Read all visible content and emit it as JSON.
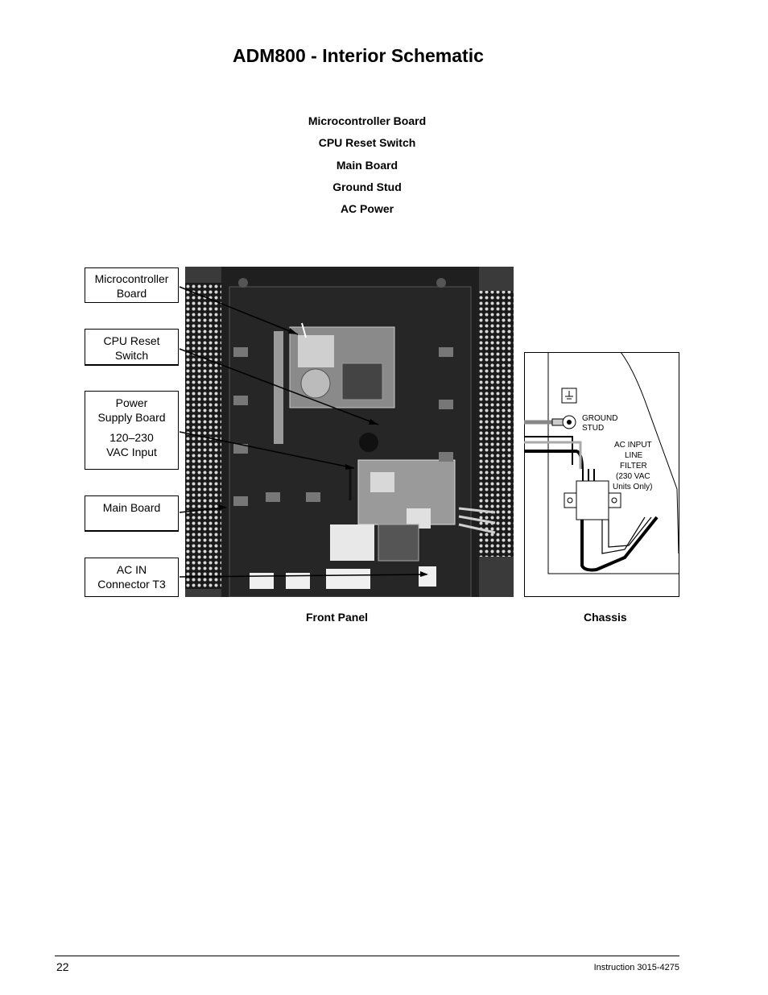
{
  "page": {
    "title": "ADM800 - Interior Schematic",
    "component_list": [
      "Microcontroller Board",
      "CPU Reset Switch",
      "Main Board",
      "Ground Stud",
      "AC Power"
    ],
    "callouts": {
      "microcontroller": [
        "Microcontroller",
        "Board"
      ],
      "cpu_reset": [
        "CPU Reset",
        "Switch"
      ],
      "power_supply": [
        "Power",
        "Supply Board"
      ],
      "vac_input": [
        "120–230",
        "VAC Input"
      ],
      "main_board": "Main Board",
      "ac_in": [
        "AC IN",
        "Connector T3"
      ]
    },
    "chassis_labels": {
      "ground_stud": [
        "GROUND",
        "STUD"
      ],
      "filter": [
        "AC INPUT",
        "LINE",
        "FILTER",
        "(230 VAC",
        "Units Only)"
      ]
    },
    "captions": {
      "front_panel": "Front Panel",
      "chassis": "Chassis"
    }
  },
  "footer": {
    "page_number": "22",
    "doc_ref": "Instruction 3015-4275"
  }
}
